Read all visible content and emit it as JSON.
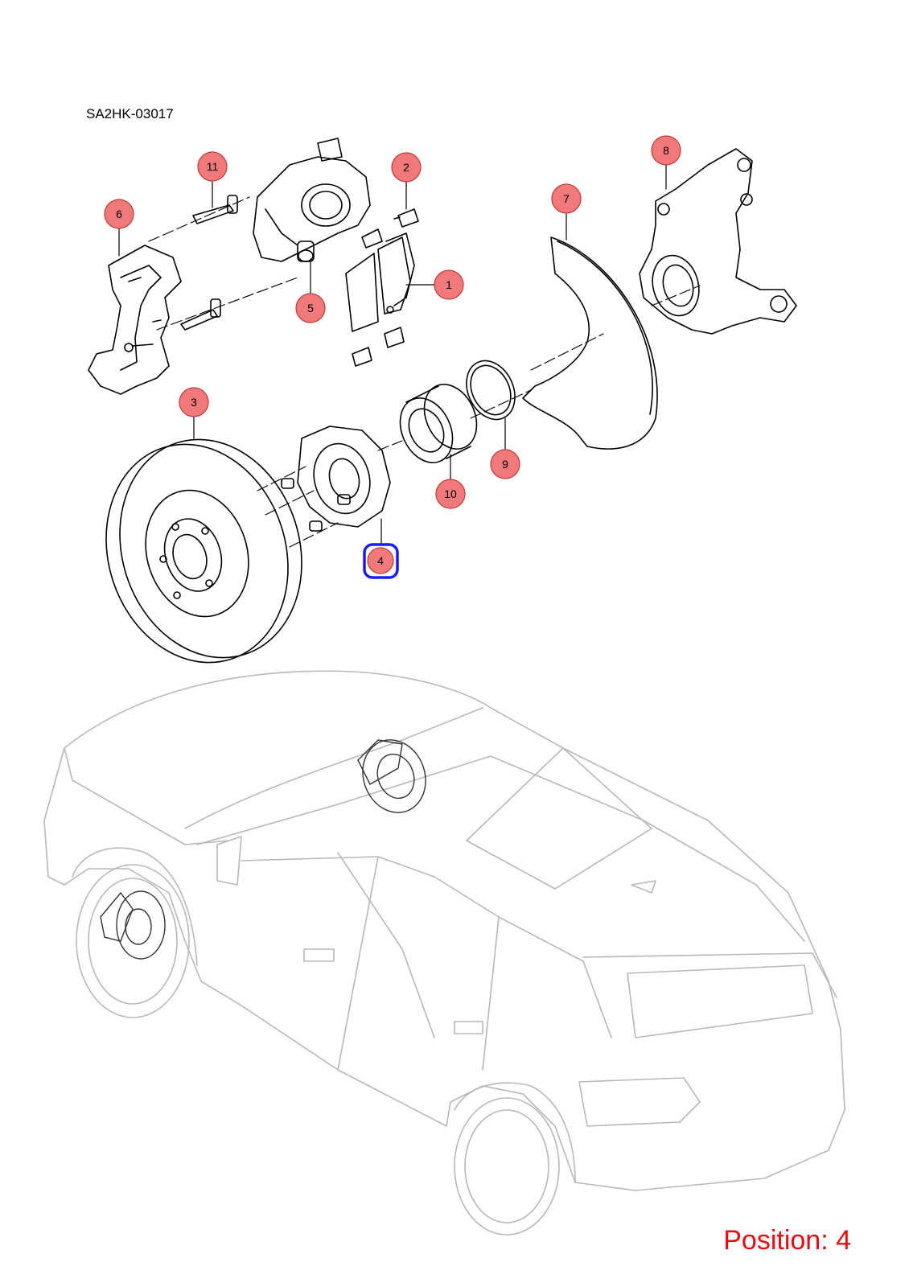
{
  "doc_code": "SA2HK-03017",
  "position_label": "Position: 4",
  "colors": {
    "callout_fill": "#f07a7a",
    "callout_stroke": "#c0393b",
    "selected_stroke": "#1a1aff",
    "position_text": "#e8090f",
    "car_outline": "#b8b8b8"
  },
  "callouts": [
    {
      "id": "1",
      "label": "1"
    },
    {
      "id": "2",
      "label": "2"
    },
    {
      "id": "3",
      "label": "3"
    },
    {
      "id": "4",
      "label": "4",
      "selected": true
    },
    {
      "id": "5",
      "label": "5"
    },
    {
      "id": "6",
      "label": "6"
    },
    {
      "id": "7",
      "label": "7"
    },
    {
      "id": "8",
      "label": "8"
    },
    {
      "id": "9",
      "label": "9"
    },
    {
      "id": "10",
      "label": "10"
    },
    {
      "id": "11",
      "label": "11"
    }
  ]
}
